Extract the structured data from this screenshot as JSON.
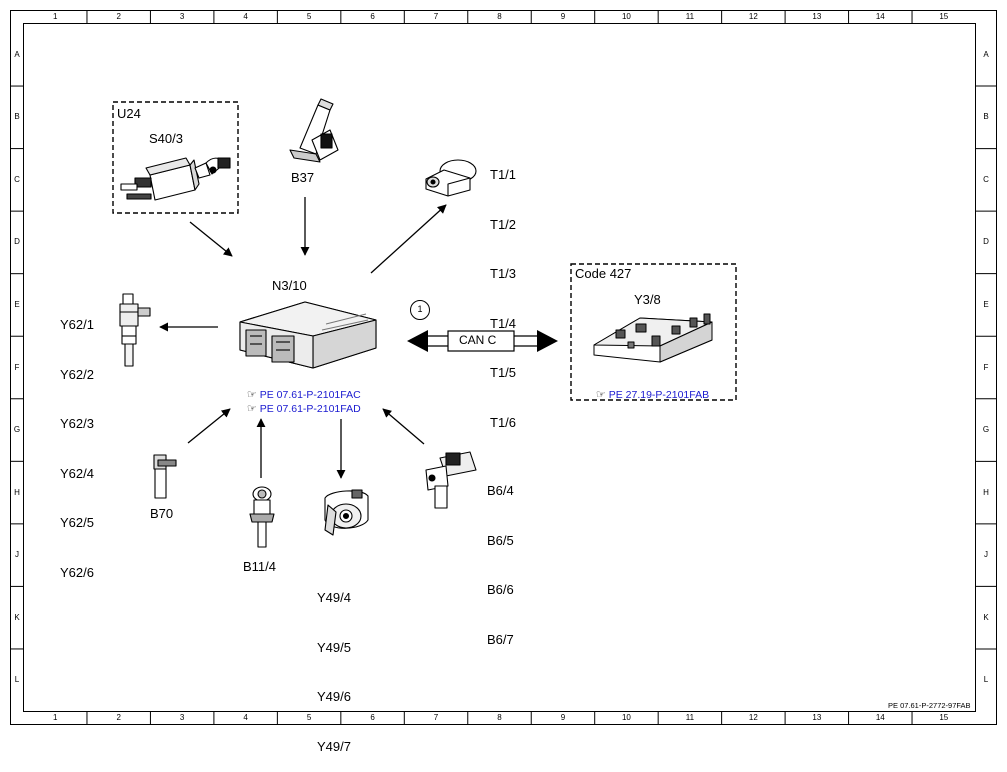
{
  "grid": {
    "columns": [
      "1",
      "2",
      "3",
      "4",
      "5",
      "6",
      "7",
      "8",
      "9",
      "10",
      "11",
      "12",
      "13",
      "14",
      "15"
    ],
    "rows": [
      "A",
      "B",
      "C",
      "D",
      "E",
      "F",
      "G",
      "H",
      "J",
      "K",
      "L"
    ]
  },
  "components": {
    "u24": {
      "group_label": "U24",
      "label": "S40/3"
    },
    "b37": {
      "label": "B37"
    },
    "t1": {
      "labels": [
        "T1/1",
        "T1/2",
        "T1/3",
        "T1/4",
        "T1/5",
        "T1/6"
      ]
    },
    "n3_10": {
      "label": "N3/10",
      "refs": [
        "PE 07.61-P-2101FAC",
        "PE 07.61-P-2101FAD"
      ]
    },
    "y62": {
      "labels": [
        "Y62/1",
        "Y62/2",
        "Y62/3",
        "Y62/4",
        "Y62/5",
        "Y62/6"
      ]
    },
    "code427": {
      "group_label": "Code 427",
      "label": "Y3/8",
      "ref": "PE 27.19-P-2101FAB"
    },
    "can": {
      "label": "CAN C",
      "marker": "1"
    },
    "b70": {
      "label": "B70"
    },
    "b11_4": {
      "label": "B11/4"
    },
    "y49": {
      "labels": [
        "Y49/4",
        "Y49/5",
        "Y49/6",
        "Y49/7"
      ]
    },
    "b6": {
      "labels": [
        "B6/4",
        "B6/5",
        "B6/6",
        "B6/7"
      ]
    }
  },
  "footer": {
    "code": "PE 07.61-P-2772-97FAB"
  }
}
